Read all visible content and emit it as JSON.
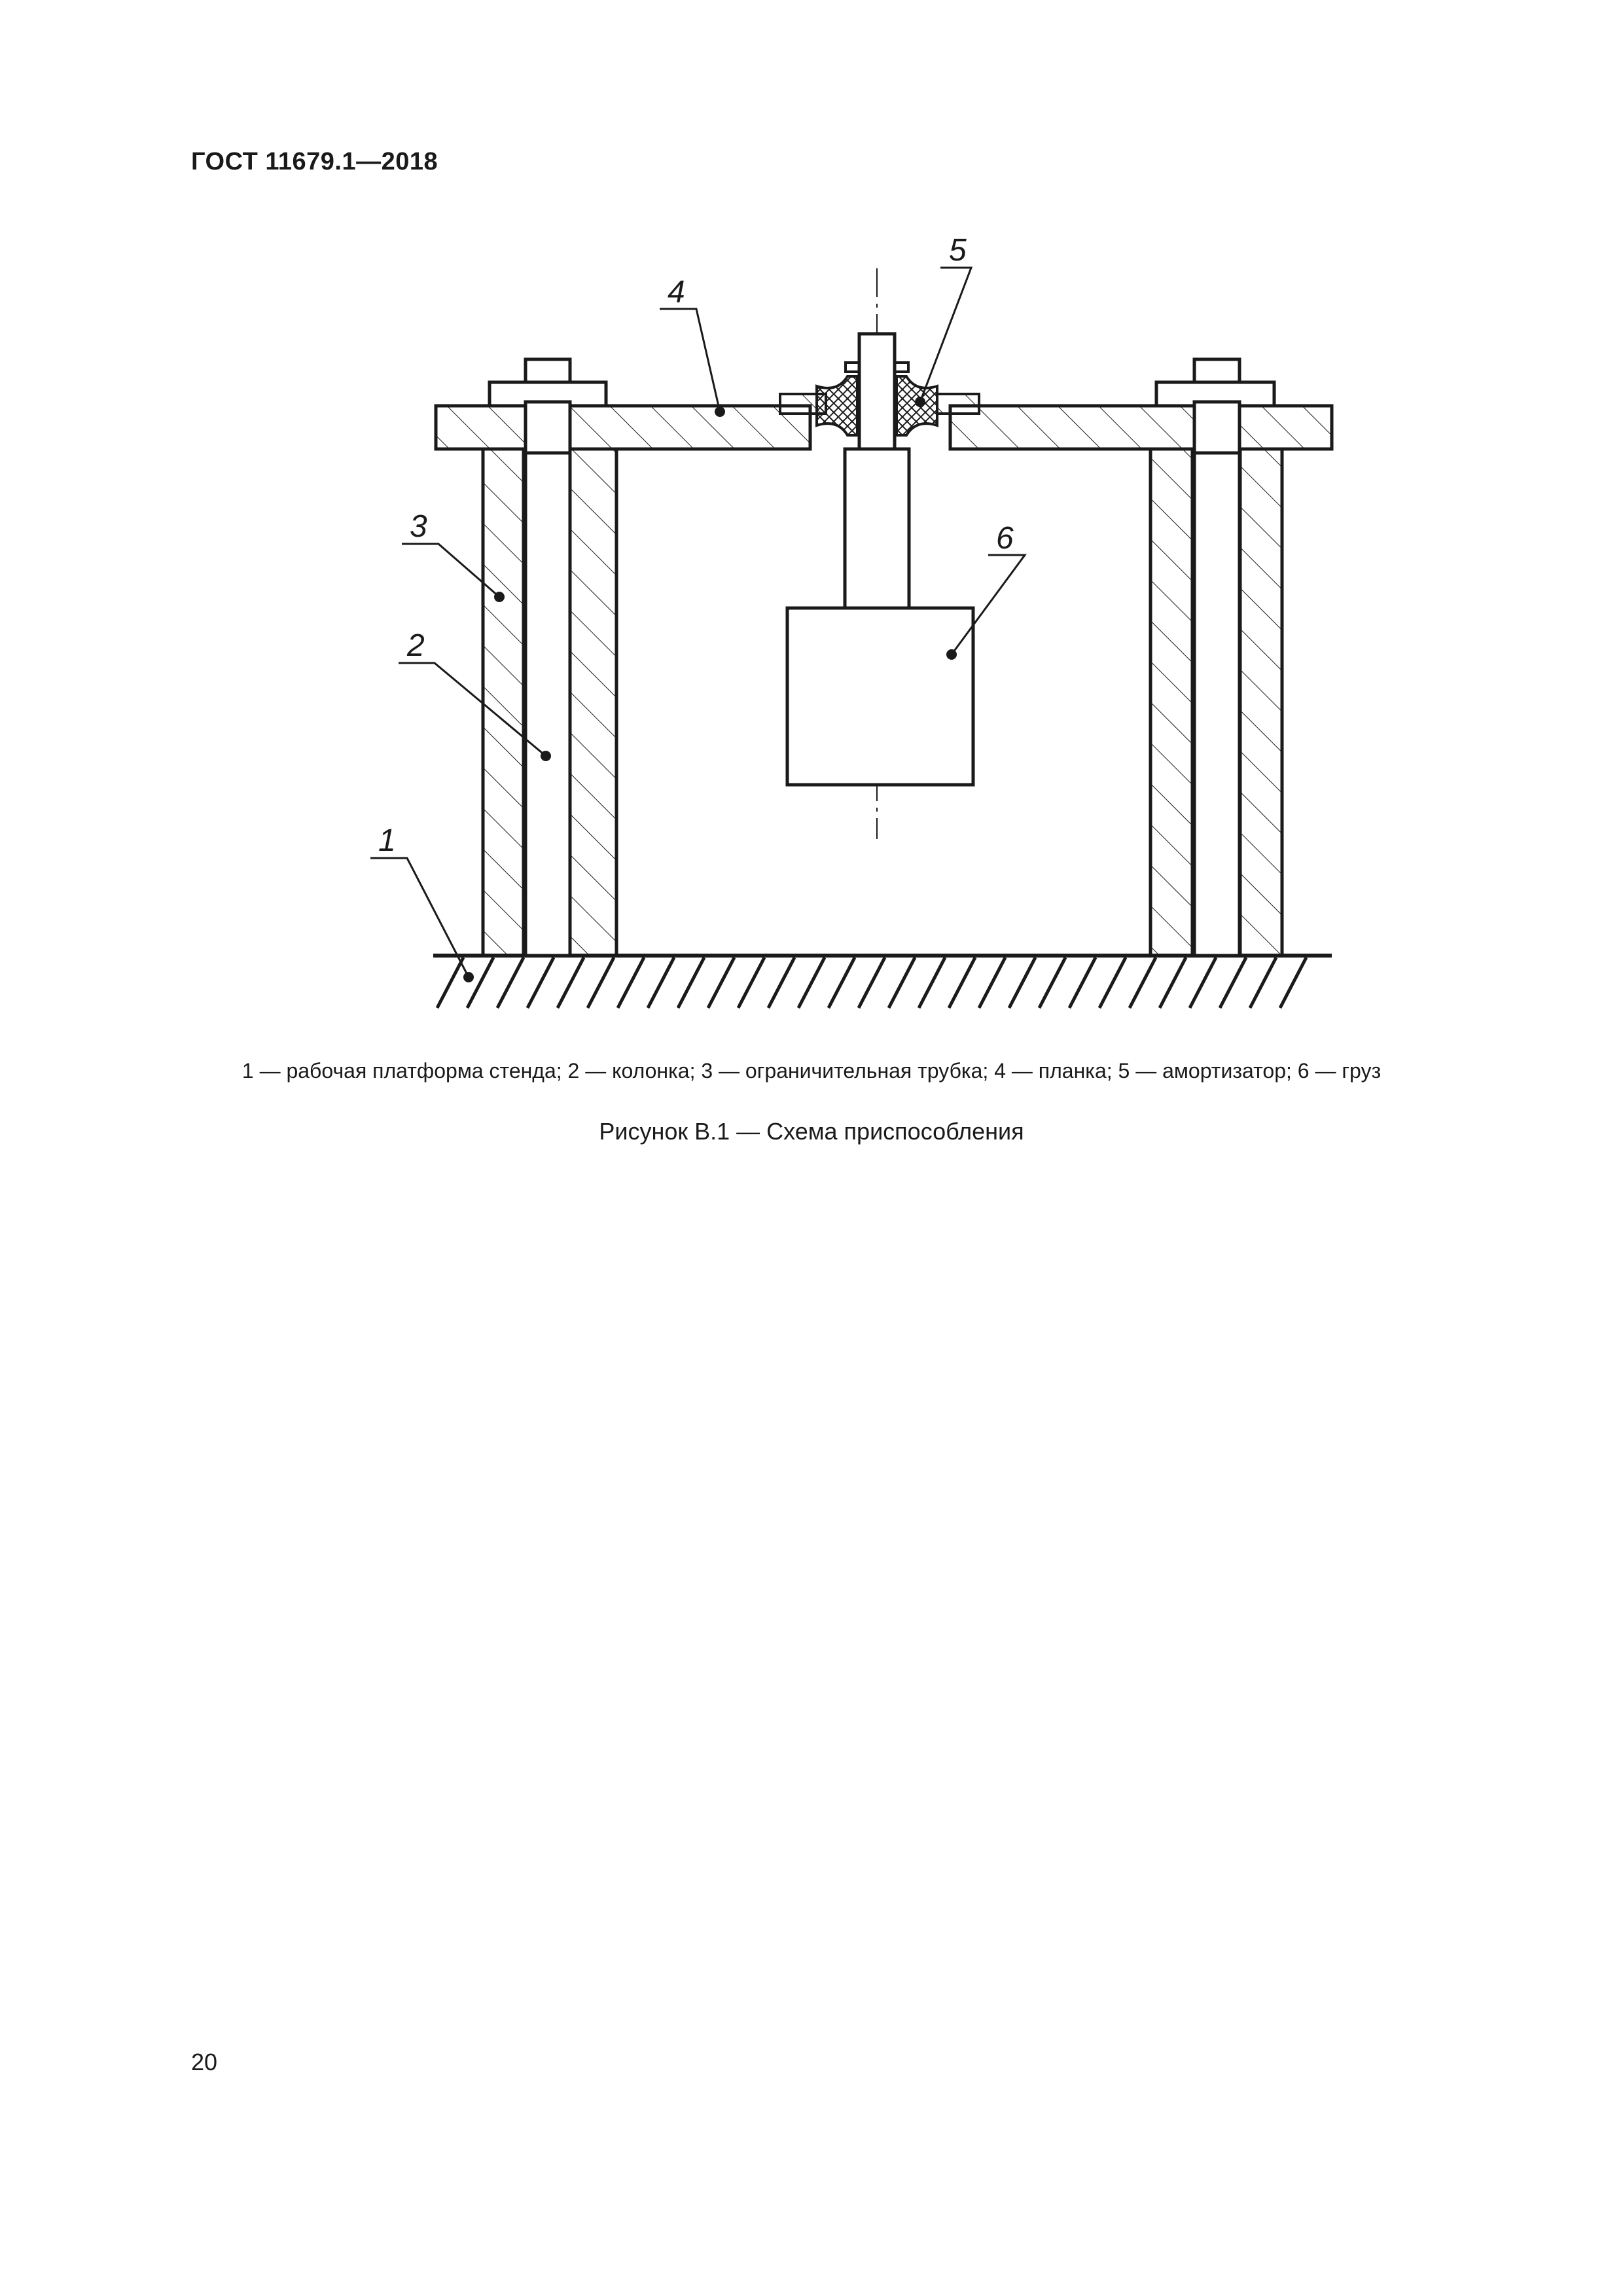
{
  "header": {
    "standard": "ГОСТ 11679.1—2018"
  },
  "figure": {
    "callouts": [
      "1",
      "2",
      "3",
      "4",
      "5",
      "6"
    ],
    "legend": "1 — рабочая платформа стенда; 2 — колонка; 3 — ограничительная трубка; 4 — планка; 5 — амортизатор; 6 — груз",
    "caption": "Рисунок В.1 — Схема приспособления"
  },
  "footer": {
    "page_number": "20"
  }
}
